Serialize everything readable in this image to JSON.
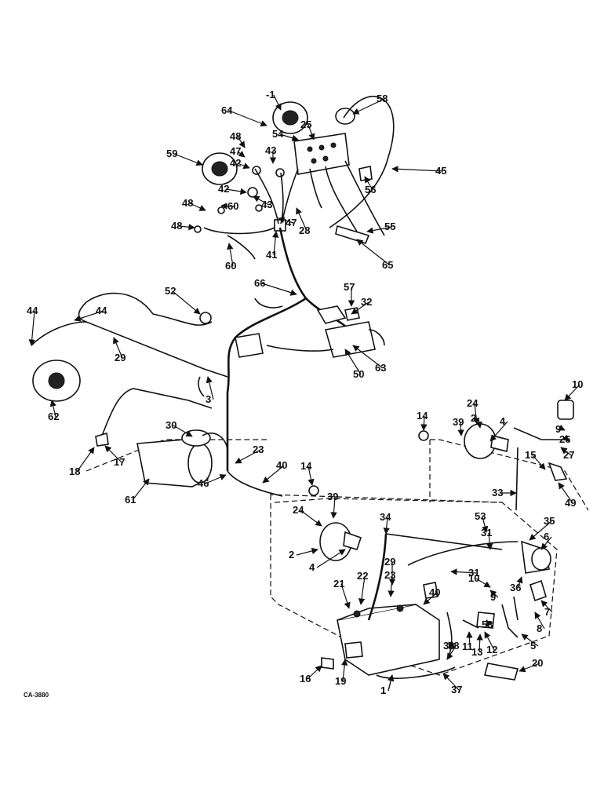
{
  "figure": {
    "code": "CA-3880",
    "callouts": [
      "-1",
      "64",
      "54",
      "25",
      "58",
      "59",
      "48",
      "47",
      "43",
      "42",
      "42",
      "43",
      "45",
      "48",
      "60",
      "47",
      "28",
      "56",
      "55",
      "48",
      "60",
      "41",
      "65",
      "66",
      "57",
      "32",
      "52",
      "44",
      "44",
      "29",
      "62",
      "3",
      "63",
      "50",
      "30",
      "23",
      "40",
      "46",
      "61",
      "18",
      "17",
      "14",
      "14",
      "24",
      "2",
      "4",
      "39",
      "24",
      "2",
      "4",
      "39",
      "10",
      "9",
      "26",
      "27",
      "15",
      "49",
      "33",
      "34",
      "53",
      "35",
      "6",
      "31",
      "29",
      "23",
      "40",
      "21",
      "22",
      "1",
      "38",
      "31",
      "36",
      "10",
      "9",
      "7",
      "8",
      "5",
      "53",
      "11",
      "13",
      "12",
      "38",
      "20",
      "16",
      "19",
      "1",
      "37"
    ]
  }
}
